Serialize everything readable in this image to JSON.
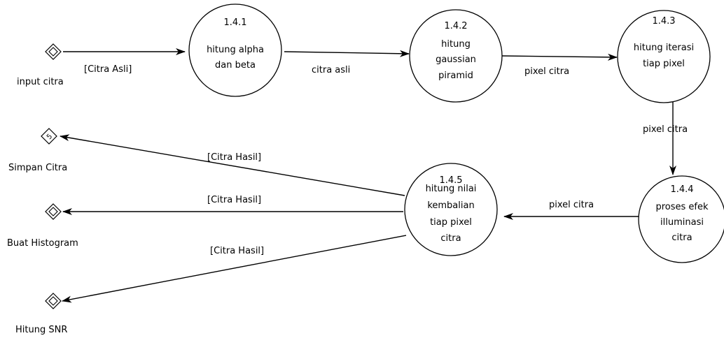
{
  "processes": [
    {
      "id": "p1",
      "number": "1.4.1",
      "lines": [
        "hitung alpha",
        "dan beta"
      ]
    },
    {
      "id": "p2",
      "number": "1.4.2",
      "lines": [
        "hitung",
        "gaussian",
        "piramid"
      ]
    },
    {
      "id": "p3",
      "number": "1.4.3",
      "lines": [
        "hitung iterasi",
        "tiap pixel"
      ]
    },
    {
      "id": "p4",
      "number": "1.4.4",
      "lines": [
        "proses efek",
        "illuminasi",
        "citra"
      ]
    },
    {
      "id": "p5",
      "number": "1.4.5",
      "lines": [
        "hitung nilai",
        "kembalian",
        "tiap pixel",
        "citra"
      ]
    }
  ],
  "terminals": [
    {
      "id": "t_input",
      "label": "input citra"
    },
    {
      "id": "t_simpan",
      "label": "Simpan Citra",
      "mark": "5"
    },
    {
      "id": "t_histogram",
      "label": "Buat Histogram"
    },
    {
      "id": "t_snr",
      "label": "Hitung SNR"
    }
  ],
  "flows": [
    {
      "id": "f1",
      "label": "[Citra Asli]"
    },
    {
      "id": "f2",
      "label": "citra asli"
    },
    {
      "id": "f3",
      "label": "pixel citra"
    },
    {
      "id": "f4",
      "label": "pixel citra"
    },
    {
      "id": "f5",
      "label": "pixel citra"
    },
    {
      "id": "f6",
      "label": "[Citra Hasil]"
    },
    {
      "id": "f7",
      "label": "[Citra Hasil]"
    },
    {
      "id": "f8",
      "label": "[Citra Hasil]"
    }
  ]
}
